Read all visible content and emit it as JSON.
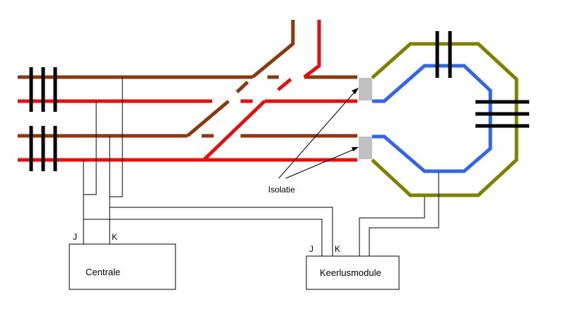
{
  "labels": {
    "isolation": "Isolatie",
    "central": {
      "title": "Centrale",
      "terminal_j": "J",
      "terminal_k": "K"
    },
    "reverse_loop_module": {
      "title": "Keerlusmodule",
      "terminal_j": "J",
      "terminal_k": "K"
    }
  },
  "colors": {
    "rail_brown": "#8b3a0f",
    "rail_red": "#e60e0e",
    "loop_outer": "#808000",
    "loop_inner": "#3366e6",
    "isolator": "#c0c0c0",
    "sleepers": "#000000",
    "wire": "#000000"
  }
}
